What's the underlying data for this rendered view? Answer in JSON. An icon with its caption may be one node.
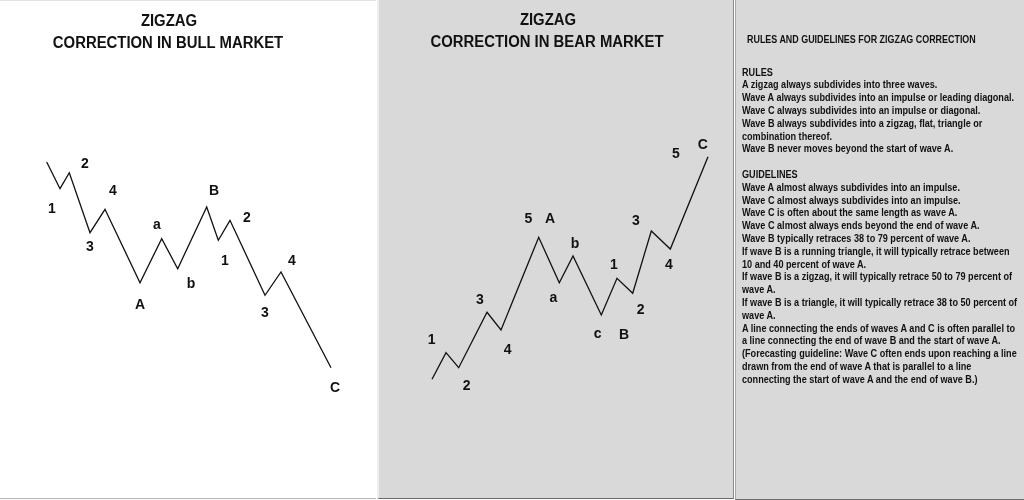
{
  "diagram": {
    "nodes": [
      {
        "text": [
          "ZIGZAG",
          "CORRECTION IN BULL MARKET"
        ]
      },
      {
        "text": [
          "ZIGZAG",
          "CORRECTION IN BEAR MARKET"
        ]
      },
      {
        "text": [
          "RULES AND GUIDELINES FOR ZIGZAG CORRECTION",
          "RULES",
          "A zigzag always subdivides into three waves.",
          "Wave A always subdivides into an impulse or leading diagonal.",
          "Wave C always subdivides into an impulse or diagonal.",
          "Wave B always subdivides into a zigzag, flat, triangle or combination thereof.",
          "Wave B never moves beyond the start of wave A.",
          "GUIDELINES",
          "Wave A almost always subdivides into an impulse.",
          "Wave C almost always subdivides into an impulse.",
          "Wave C is often about the same length as wave A.",
          "Wave C almost always ends beyond the end of wave A.",
          "Wave B typically retraces 38 to 79 percent of wave A.",
          "If wave B is a running triangle, it will typically retrace between 10 and 40 percent of wave A.",
          "If wave B is a zigzag, it will typically retrace 50 to 79 percent of wave A.",
          "If wave B is a triangle, it will typically retrace 38 to 50 percent of wave A.",
          "A line connecting the ends of waves A and C is often parallel to a line connecting the end of wave B and the start of wave A. (Forecasting guideline: Wave C often ends upon reaching a line drawn from the end of wave A that is parallel to a line connecting the start of wave A and the end of wave B.)"
        ]
      }
    ],
    "labels": [
      "1",
      "2",
      "3",
      "4",
      "A",
      "a",
      "b",
      "B",
      "1",
      "2",
      "3",
      "4",
      "C",
      "1",
      "2",
      "3",
      "4",
      "5",
      "A",
      "a",
      "b",
      "c",
      "B",
      "1",
      "2",
      "3",
      "4",
      "5",
      "C"
    ]
  }
}
